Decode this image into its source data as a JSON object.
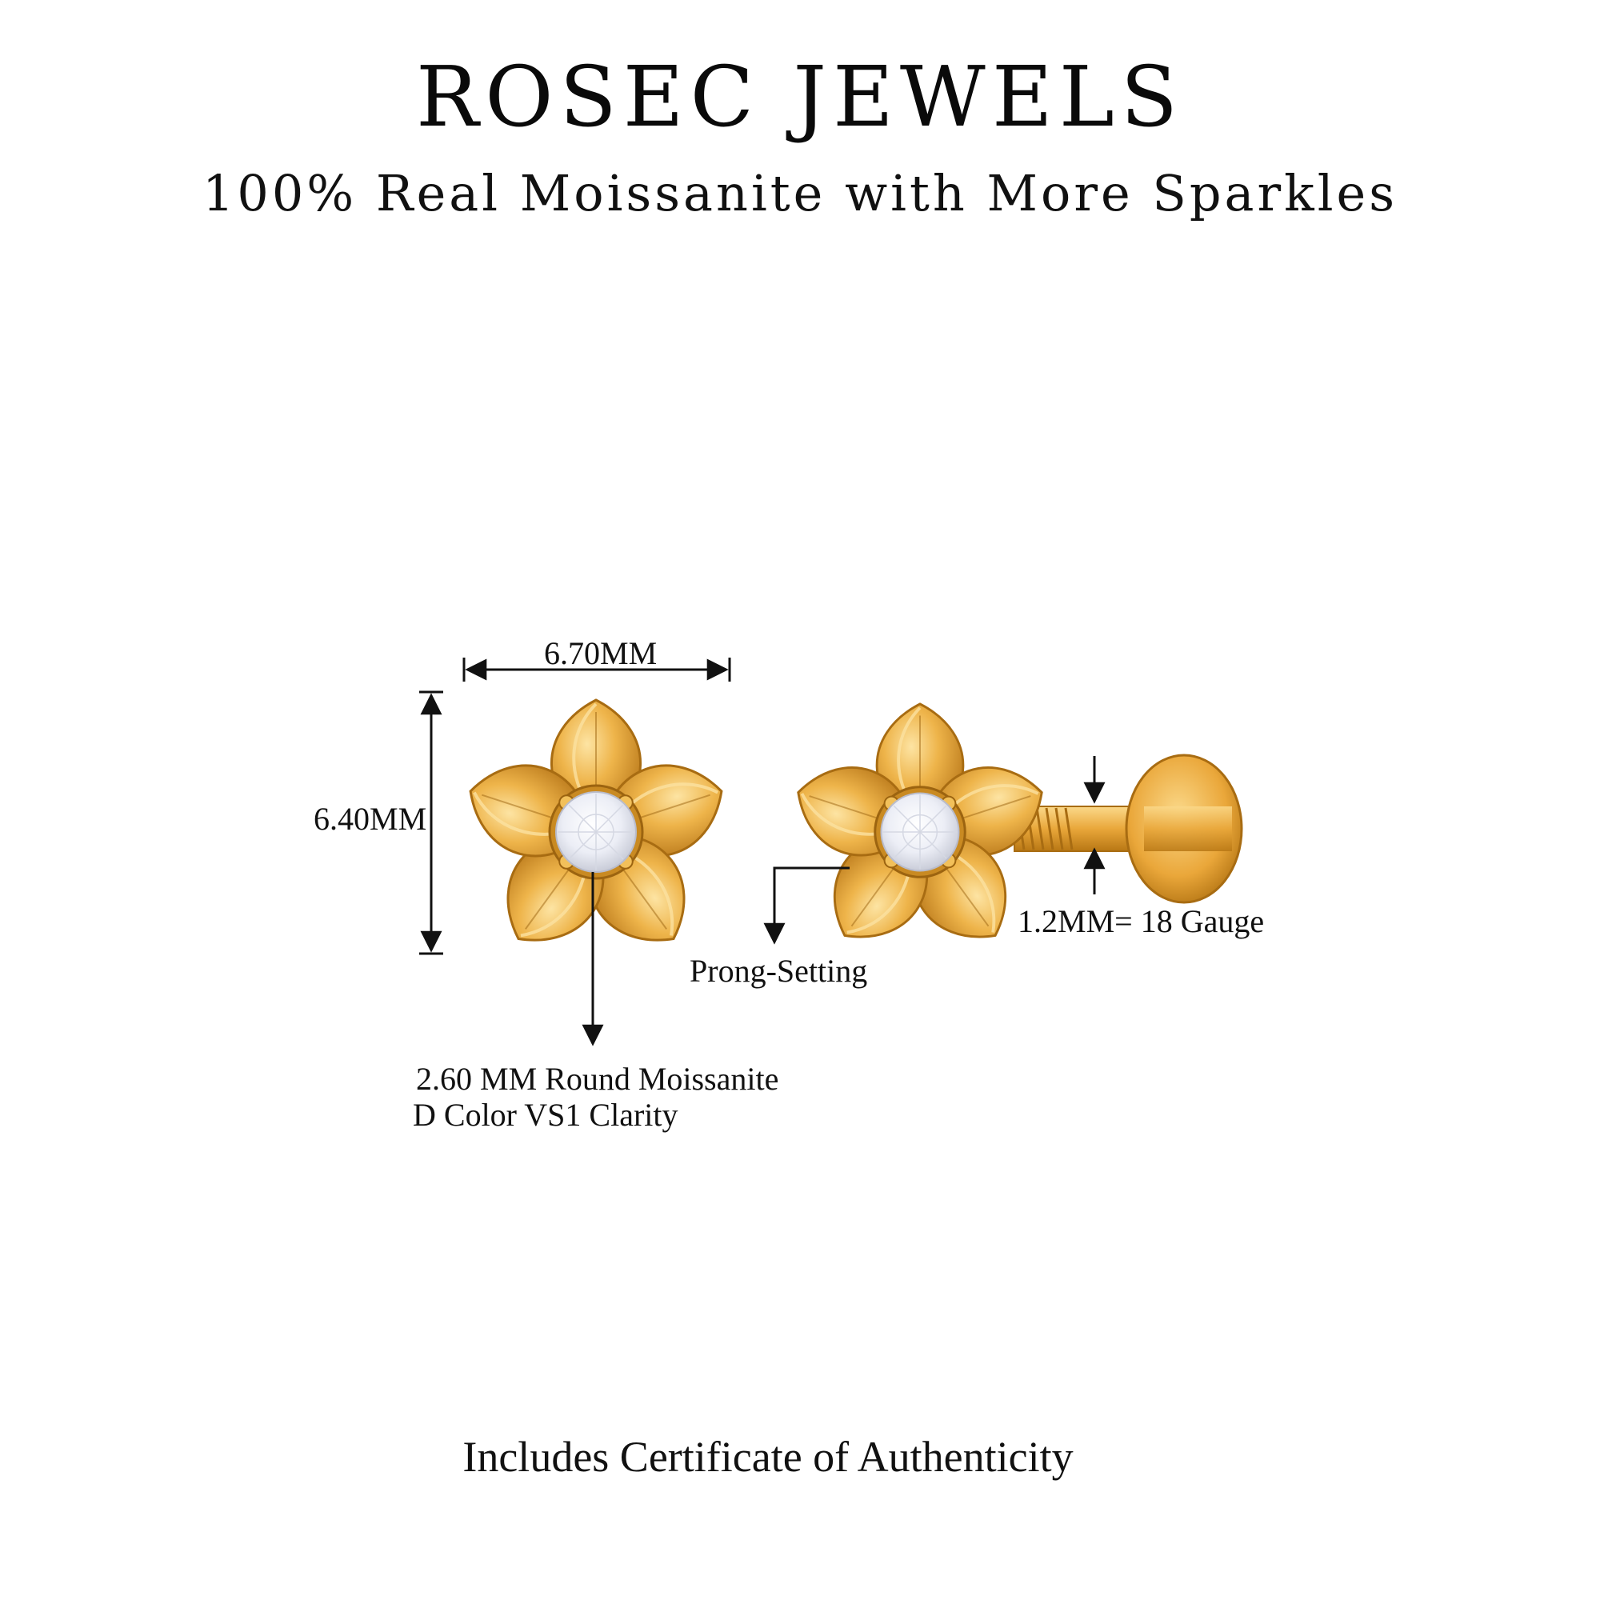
{
  "header": {
    "brand": "ROSEC JEWELS",
    "tagline": "100% Real Moissanite with More Sparkles"
  },
  "dimensions": {
    "width": "6.70MM",
    "height": "6.40MM",
    "gauge": "1.2MM= 18 Gauge"
  },
  "callouts": {
    "setting": "Prong-Setting",
    "stone_line1": "2.60 MM Round Moissanite",
    "stone_line2": "D Color VS1 Clarity"
  },
  "footer": {
    "note": "Includes Certificate of Authenticity"
  },
  "colors": {
    "gold": "#e9a73a",
    "gold_dark": "#b87714",
    "gold_light": "#fbd98a",
    "stone": "#eef0f6"
  }
}
